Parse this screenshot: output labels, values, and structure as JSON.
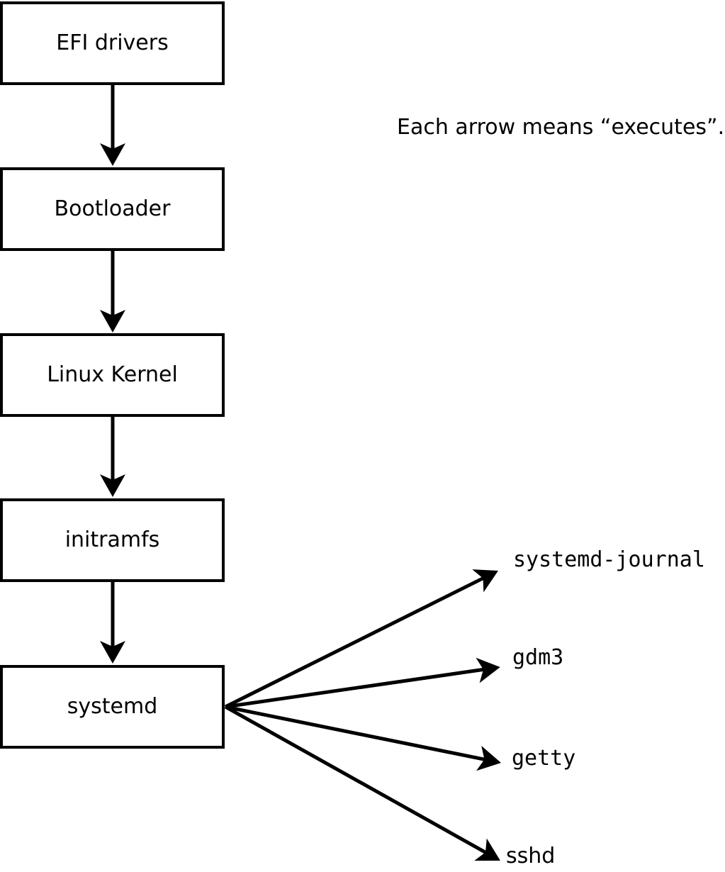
{
  "caption": "Each arrow means “executes”.",
  "chain": [
    {
      "id": "efi",
      "label": "EFI drivers"
    },
    {
      "id": "bootloader",
      "label": "Bootloader"
    },
    {
      "id": "kernel",
      "label": "Linux Kernel"
    },
    {
      "id": "initramfs",
      "label": "initramfs"
    },
    {
      "id": "systemd",
      "label": "systemd"
    }
  ],
  "arrow_meaning": "executes",
  "spawned_processes": [
    {
      "id": "systemd-journal",
      "label": "systemd-journal"
    },
    {
      "id": "gdm3",
      "label": "gdm3"
    },
    {
      "id": "getty",
      "label": "getty"
    },
    {
      "id": "sshd",
      "label": "sshd"
    }
  ],
  "colors": {
    "line": "#000000",
    "box_border": "#000000",
    "box_fill": "#ffffff",
    "background": "#ffffff",
    "text": "#000000"
  }
}
